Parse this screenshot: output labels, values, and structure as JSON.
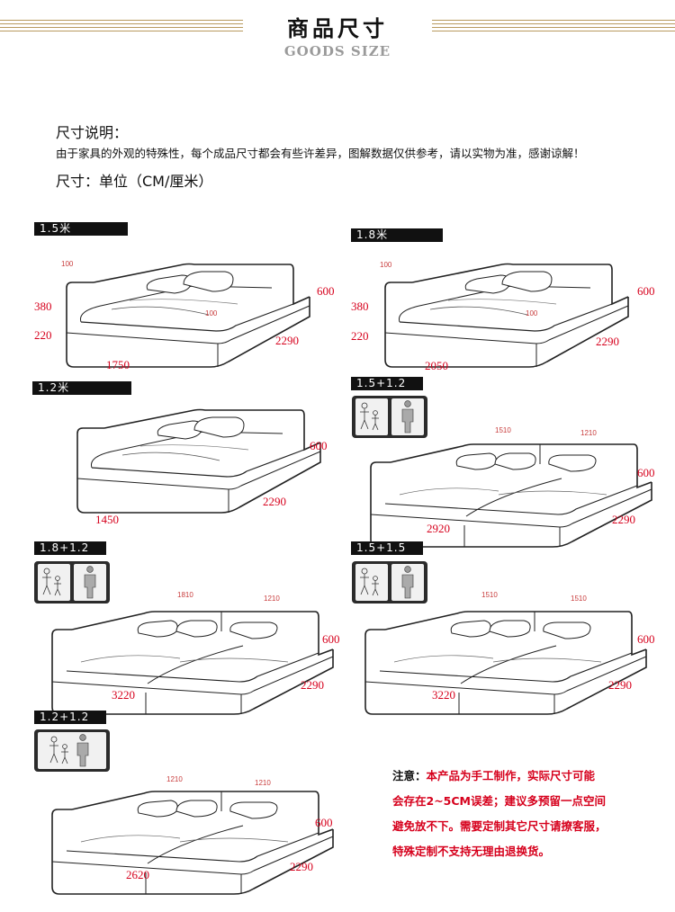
{
  "header": {
    "title": "商品尺寸",
    "subtitle": "GOODS SIZE"
  },
  "intro": {
    "heading": "尺寸说明：",
    "note": "由于家具的外观的特殊性，每个成品尺寸都会有些许差异，图解数据仅供参考，请以实物为准，感谢谅解！",
    "unit": "尺寸：单位（CM/厘米）"
  },
  "beds": [
    {
      "tag": "1.5米",
      "width": "1750",
      "length": "2290",
      "height": "600",
      "side_h": "380",
      "base_h": "220",
      "border_a": "100",
      "border_b": "100"
    },
    {
      "tag": "1.8米",
      "width": "2050",
      "length": "2290",
      "height": "600",
      "side_h": "380",
      "base_h": "220",
      "border_a": "100",
      "border_b": "100"
    },
    {
      "tag": "1.2米",
      "width": "1450",
      "length": "2290",
      "height": "600"
    },
    {
      "tag": "1.5+1.2",
      "width": "2920",
      "length": "2290",
      "height": "600",
      "seg_a": "1510",
      "seg_b": "1210"
    },
    {
      "tag": "1.8+1.2",
      "width": "3220",
      "length": "2290",
      "height": "600",
      "seg_a": "1810",
      "seg_b": "1210"
    },
    {
      "tag": "1.5+1.5",
      "width": "3220",
      "length": "2290",
      "height": "600",
      "seg_a": "1510",
      "seg_b": "1510"
    },
    {
      "tag": "1.2+1.2",
      "width": "2620",
      "length": "2290",
      "height": "600",
      "seg_a": "1210",
      "seg_b": "1210"
    }
  ],
  "notice": {
    "label": "注意：",
    "line1": "本产品为手工制作，实际尺寸可能",
    "line2": "会存在2~5CM误差；建议多预留一点空间",
    "line3": "避免放不下。需要定制其它尺寸请撩客服，",
    "line4": "特殊定制不支持无理由退换货。"
  },
  "colors": {
    "dimension": "#d6001c",
    "tag_bg": "#111111",
    "accent_lines": "#b89a5e"
  }
}
